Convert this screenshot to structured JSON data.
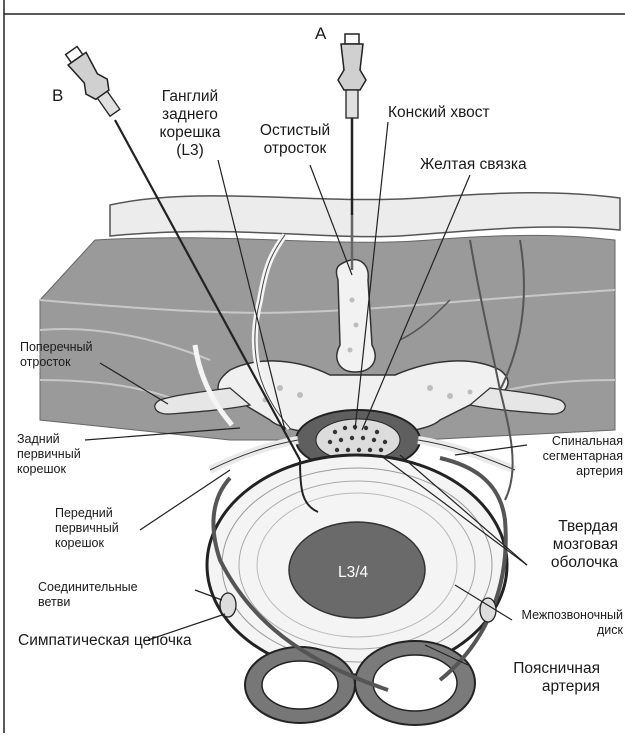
{
  "needle_a": "А",
  "needle_b": "В",
  "labels": {
    "ganglion": "Ганглий\nзаднего\nкорешка\n(L3)",
    "spinous": "Остистый\nотросток",
    "cauda": "Конский хвост",
    "ligament": "Желтая связка",
    "transverse": "Поперечный\nотросток",
    "posterior_root": "Задний\nпервичный\nкорешок",
    "anterior_root": "Передний\nпервичный\nкорешок",
    "rami": "Соединительные\nветви",
    "sympathetic": "Симпатическая цепочка",
    "segmental_artery": "Спинальная\nсегментарная\nартерия",
    "dura": "Твердая\nмозговая\nоболочка",
    "disc": "Межпозвоночный\nдиск",
    "lumbar_artery": "Поясничная\nартерия",
    "level": "L3/4"
  }
}
